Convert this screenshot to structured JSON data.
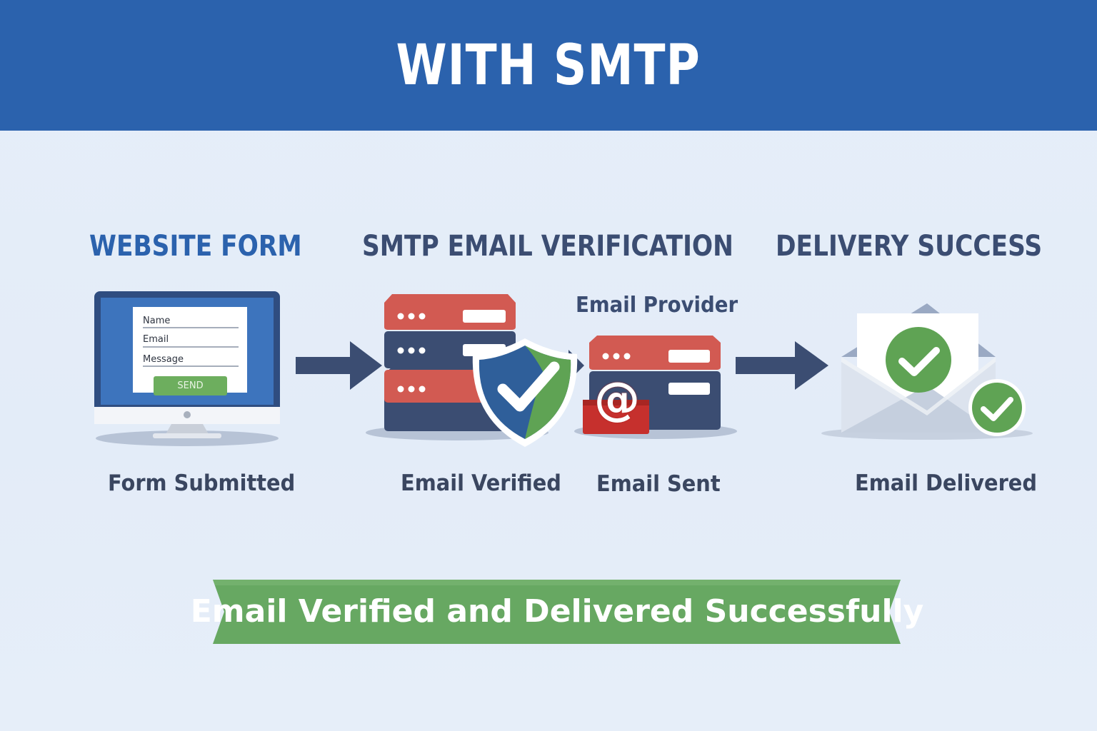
{
  "header": {
    "title": "WITH SMTP"
  },
  "stages": [
    {
      "title": "WEBSITE FORM"
    },
    {
      "title": "SMTP EMAIL VERIFICATION"
    },
    {
      "title": "DELIVERY SUCCESS"
    }
  ],
  "form": {
    "name_label": "Name",
    "email_label": "Email",
    "message_label": "Message",
    "send_label": "SEND"
  },
  "provider_label": "Email Provider",
  "at_symbol": "@",
  "captions": {
    "form_submitted": "Form Submitted",
    "email_verified": "Email Verified",
    "email_sent": "Email Sent",
    "email_delivered": "Email Delivered"
  },
  "banner": {
    "text": "Email Verified and Delivered Successfully"
  },
  "colors": {
    "header": "#2b62ad",
    "dark_blue": "#3b4d72",
    "red": "#d25a52",
    "green": "#5fa354",
    "banner_green": "#67a862"
  }
}
